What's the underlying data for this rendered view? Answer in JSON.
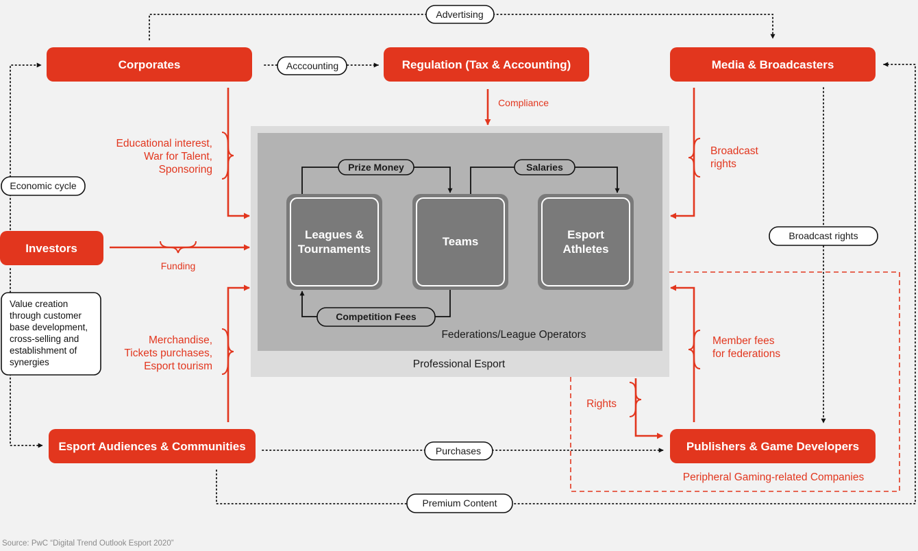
{
  "entities": {
    "corporates": "Corporates",
    "regulation": "Regulation (Tax & Accounting)",
    "media": "Media & Broadcasters",
    "investors": "Investors",
    "audiences": "Esport Audiences & Communities",
    "publishers": "Publishers & Game Developers"
  },
  "core": {
    "outer_label": "Professional Esport",
    "inner_label": "Federations/League Operators",
    "leagues": [
      "Leagues &",
      "Tournaments"
    ],
    "teams": "Teams",
    "athletes": [
      "Esport",
      "Athletes"
    ],
    "prize_money": "Prize Money",
    "salaries": "Salaries",
    "competition_fees": "Competition Fees"
  },
  "flows": {
    "advertising": "Advertising",
    "accounting": "Acccounting",
    "compliance": "Compliance",
    "corporates_interest": [
      "Educational interest,",
      "War for Talent,",
      "Sponsoring"
    ],
    "funding": "Funding",
    "audience_spend": [
      "Merchandise,",
      "Tickets purchases,",
      "Esport tourism"
    ],
    "broadcast_rights_red": [
      "Broadcast",
      "rights"
    ],
    "broadcast_rights_pill": "Broadcast rights",
    "member_fees": [
      "Member fees",
      "for federations"
    ],
    "rights": "Rights",
    "purchases": "Purchases",
    "premium_content": "Premium Content",
    "economic_cycle": "Economic cycle",
    "value_creation": [
      "Value creation",
      "through customer",
      "base development,",
      "cross-selling and",
      "establishment of",
      "synergies"
    ]
  },
  "peripheral_label": "Peripheral Gaming-related Companies",
  "source": "Source: PwC “Digital Trend Outlook Esport 2020”",
  "colors": {
    "accent": "#e2361e",
    "background": "#f2f2f2",
    "outer_box": "#dcdcdc",
    "inner_box": "#b3b3b3",
    "node": "#7a7a7a"
  }
}
